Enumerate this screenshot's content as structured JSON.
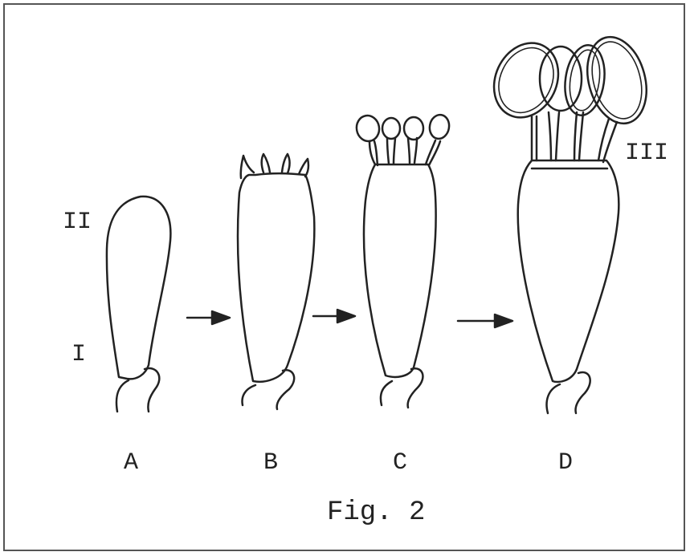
{
  "figure": {
    "caption": "Fig. 2",
    "stage_labels": {
      "a": "A",
      "b": "B",
      "c": "C",
      "d": "D"
    },
    "part_labels": {
      "one": "I",
      "two": "II",
      "three": "III"
    }
  },
  "colors": {
    "ink": "#222222",
    "paper": "#ffffff",
    "frame": "#555555"
  }
}
